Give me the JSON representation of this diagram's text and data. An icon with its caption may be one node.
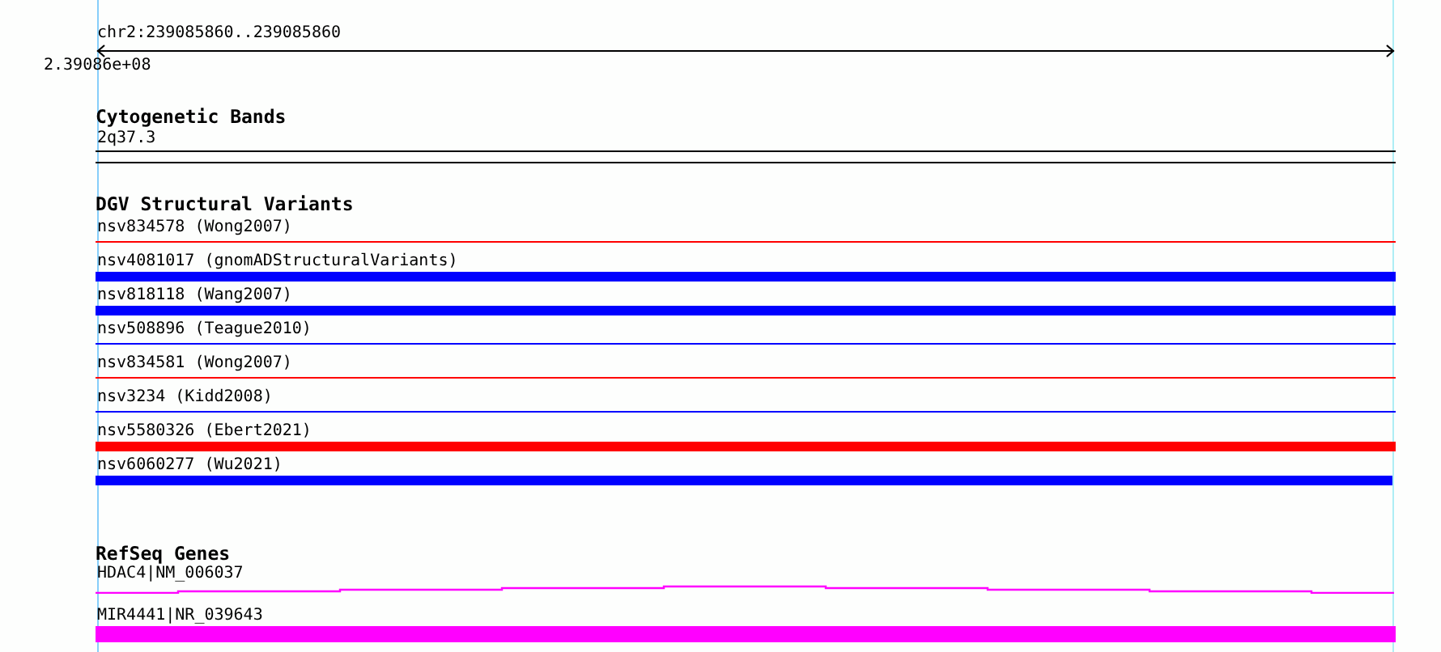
{
  "diagram": {
    "nodes": [
      {
        "text": [
          "2q37.3"
        ]
      },
      {
        "text": [
          "nsv834578 (Wong2007)"
        ]
      },
      {
        "text": [
          "nsv4081017 (gnomADStructuralVariants)"
        ]
      },
      {
        "text": [
          "nsv818118 (Wang2007)"
        ]
      },
      {
        "text": [
          "nsv508896 (Teague2010)"
        ]
      },
      {
        "text": [
          "nsv834581 (Wong2007)"
        ]
      },
      {
        "text": [
          "nsv3234 (Kidd2008)"
        ]
      },
      {
        "text": [
          "nsv5580326 (Ebert2021)"
        ]
      },
      {
        "text": [
          "nsv6060277 (Wu2021)"
        ]
      },
      {
        "text": [
          "HDAC4|NM_006037"
        ]
      },
      {
        "text": [
          "MIR4441|NR_039643"
        ]
      }
    ],
    "edges": [],
    "labels": [
      "chr2:239085860..239085860",
      "2.39086e+08",
      "Cytogenetic Bands",
      "DGV Structural Variants",
      "RefSeq Genes"
    ]
  }
}
